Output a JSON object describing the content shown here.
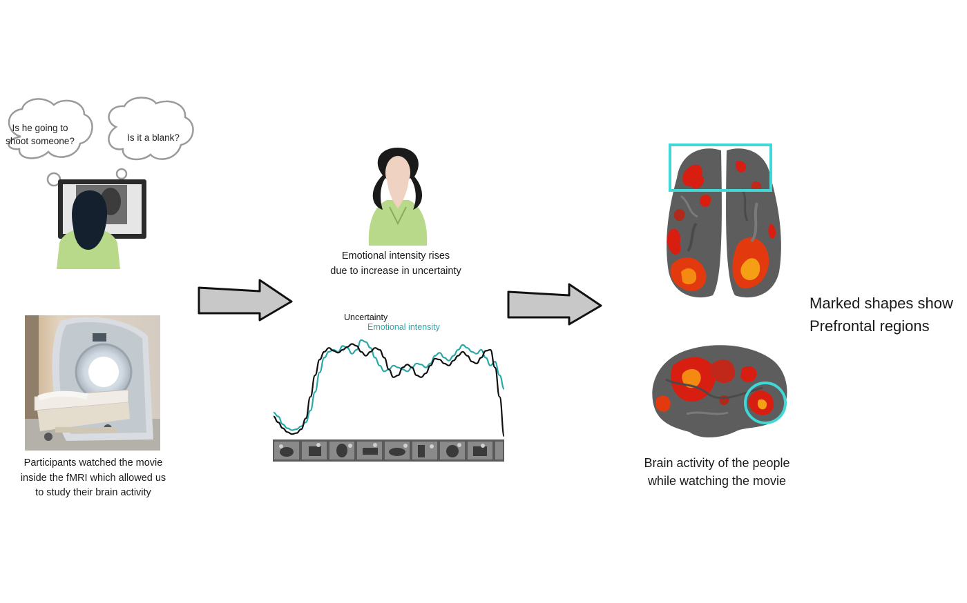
{
  "bubbles": {
    "left_text": "Is he going to\nshoot  someone?",
    "right_text": "Is it a blank?"
  },
  "scanner": {
    "caption": "Participants watched the movie\ninside the fMRI  which allowed us\nto  study their brain activity"
  },
  "emotion": {
    "caption": "Emotional intensity rises\ndue to increase in uncertainty"
  },
  "chart_data": {
    "type": "line",
    "x": [
      0,
      2,
      4,
      6,
      8,
      10,
      12,
      14,
      16,
      18,
      20,
      22,
      24,
      26,
      28,
      30,
      32,
      34,
      36,
      38,
      40,
      42,
      44,
      46,
      48,
      50,
      52,
      54,
      56,
      58,
      60,
      62,
      64,
      66,
      68,
      70,
      72,
      74,
      76,
      78,
      80,
      82,
      84,
      86,
      88,
      90,
      92,
      94,
      96,
      98,
      100
    ],
    "series": [
      {
        "name": "Uncertainty",
        "color": "#111111",
        "values": [
          0.2,
          0.14,
          0.08,
          0.04,
          0.02,
          0.03,
          0.07,
          0.18,
          0.4,
          0.62,
          0.78,
          0.86,
          0.9,
          0.87,
          0.85,
          0.88,
          0.91,
          0.94,
          0.92,
          0.86,
          0.82,
          0.86,
          0.9,
          0.88,
          0.8,
          0.68,
          0.6,
          0.62,
          0.7,
          0.73,
          0.7,
          0.62,
          0.6,
          0.64,
          0.72,
          0.79,
          0.78,
          0.74,
          0.72,
          0.77,
          0.82,
          0.86,
          0.82,
          0.76,
          0.74,
          0.8,
          0.87,
          0.88,
          0.7,
          0.4,
          0.0
        ]
      },
      {
        "name": "Emotional intensity",
        "color": "#2aa8a8",
        "values": [
          0.24,
          0.2,
          0.12,
          0.08,
          0.06,
          0.07,
          0.1,
          0.14,
          0.26,
          0.45,
          0.65,
          0.8,
          0.86,
          0.88,
          0.86,
          0.92,
          0.9,
          0.84,
          0.88,
          0.98,
          0.96,
          0.9,
          0.8,
          0.72,
          0.66,
          0.68,
          0.72,
          0.7,
          0.68,
          0.66,
          0.7,
          0.74,
          0.73,
          0.7,
          0.74,
          0.82,
          0.85,
          0.8,
          0.77,
          0.82,
          0.88,
          0.93,
          0.9,
          0.86,
          0.84,
          0.88,
          0.8,
          0.72,
          0.76,
          0.62,
          0.48
        ]
      }
    ],
    "legend": [
      "Uncertainty",
      "Emotional intensity"
    ],
    "legend_position": "top-center",
    "grid": false,
    "axes_visible": false
  },
  "brain": {
    "caption": "Brain activity of the people\n while watching the movie"
  },
  "note": {
    "text": "Marked shapes show\nPrefrontal regions"
  },
  "colors": {
    "highlight": "#41d7d7",
    "shirt": "#b8d98a",
    "arrow_fill": "#c8c8c8"
  }
}
